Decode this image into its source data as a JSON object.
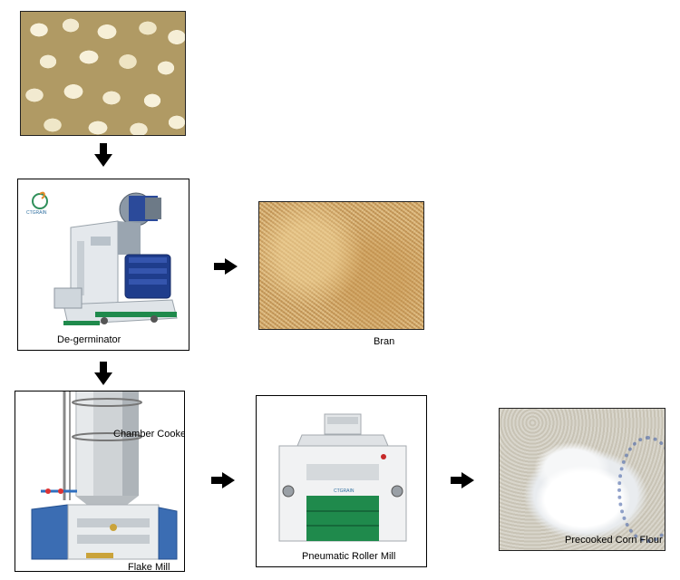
{
  "labels": {
    "degerminator": "De-germinator",
    "bran": "Bran",
    "chamber_cooker": "Chamber Cooker",
    "flake_mill": "Flake Mill",
    "roller_mill": "Pneumatic Roller Mill",
    "flour": "Precooked Corn Flour",
    "logo_text": "CTGRAIN",
    "machine_plate": "CTGRAIN"
  },
  "colors": {
    "machine_blue": "#1f3d8c",
    "machine_green": "#1f8a4c",
    "arrow": "#000000"
  },
  "icons": {
    "arrow_down": "arrow-down-icon",
    "arrow_right": "arrow-right-icon"
  }
}
